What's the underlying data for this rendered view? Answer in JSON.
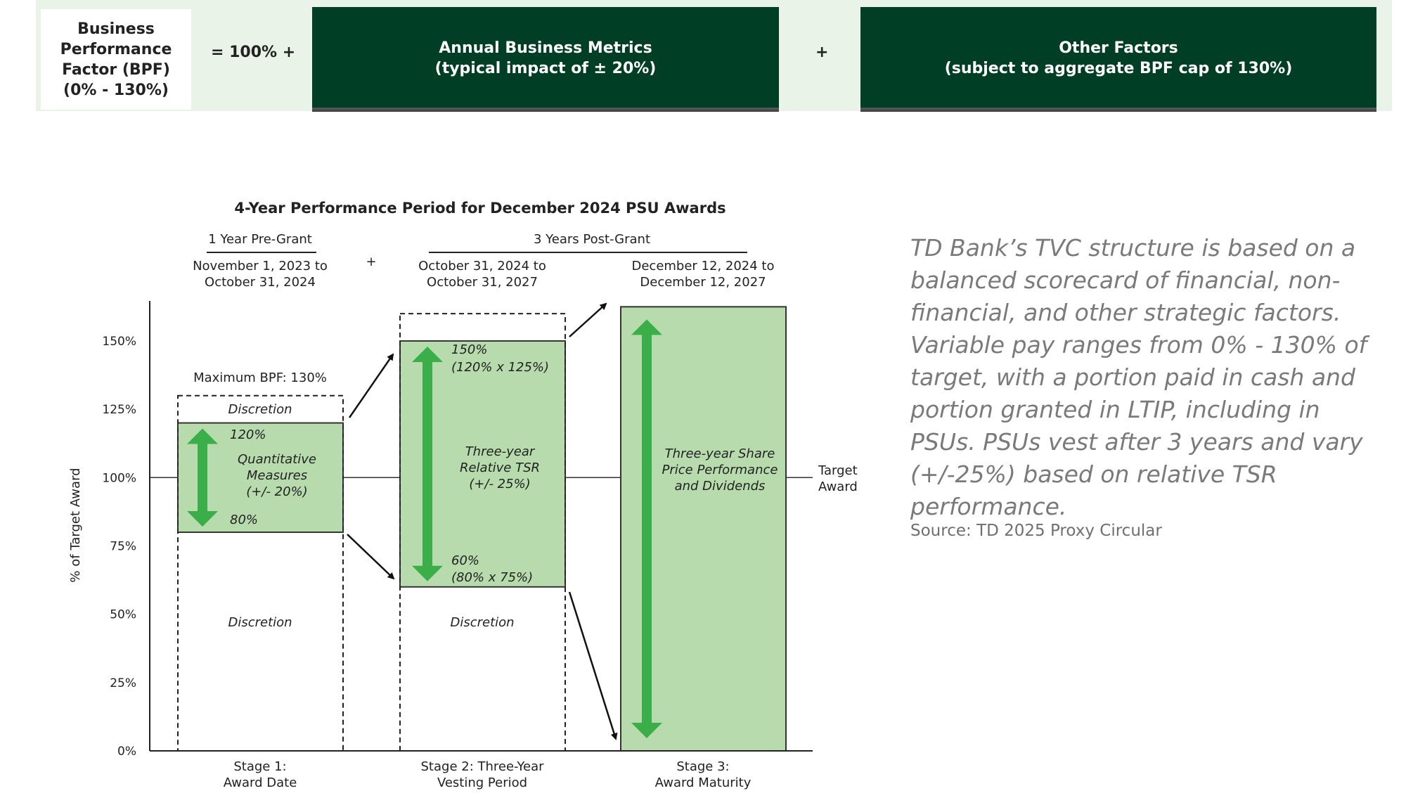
{
  "formula": {
    "bpf_label": "Business\nPerformance\nFactor (BPF)\n(0% - 130%)",
    "equals": "= 100% +",
    "box1": {
      "title": "Annual Business Metrics",
      "sub": "(typical impact of ± 20%)"
    },
    "plus": "+",
    "box2": {
      "title": "Other Factors",
      "sub": "(subject to aggregate BPF cap of 130%)"
    }
  },
  "chart_data": {
    "type": "diagram",
    "title": "4-Year Performance Period for December 2024 PSU Awards",
    "ylabel": "% of Target Award",
    "yticks": [
      "0%",
      "25%",
      "50%",
      "75%",
      "100%",
      "125%",
      "150%"
    ],
    "ytick_values": [
      0,
      25,
      50,
      75,
      100,
      125,
      150
    ],
    "target_label": [
      "Target",
      "Award"
    ],
    "target_value": 100,
    "periods": [
      {
        "label": "1 Year Pre-Grant"
      },
      {
        "label": "3 Years Post-Grant"
      }
    ],
    "plus": "+",
    "stages": [
      {
        "dates": [
          "November 1, 2023 to",
          "October 31, 2024"
        ],
        "stage": [
          "Stage 1:",
          "Award Date"
        ],
        "low": 80,
        "high": 120,
        "box_max": 130,
        "max_label": "Maximum BPF: 130%",
        "high_label": "120%",
        "low_label": "80%",
        "center": [
          "Quantitative",
          "Measures",
          "(+/- 20%)"
        ],
        "discretion_top": "Discretion",
        "discretion_bottom": "Discretion"
      },
      {
        "dates": [
          "October 31, 2024 to",
          "October 31, 2027"
        ],
        "stage": [
          "Stage 2: Three-Year",
          "Vesting Period"
        ],
        "low": 60,
        "high": 150,
        "box_max": 160,
        "high_label": [
          "150%",
          "(120% x 125%)"
        ],
        "low_label": [
          "60%",
          "(80% x 75%)"
        ],
        "center": [
          "Three-year",
          "Relative TSR",
          "(+/- 25%)"
        ],
        "discretion_bottom": "Discretion"
      },
      {
        "dates": [
          "December 12, 2024 to",
          "December 12, 2027"
        ],
        "stage": [
          "Stage 3:",
          "Award Maturity"
        ],
        "low": 0,
        "high": 162.5,
        "center": [
          "Three-year Share",
          "Price Performance",
          "and Dividends"
        ]
      }
    ],
    "colors": {
      "range_fill": "#b8dbad",
      "arrow": "#3aaf49",
      "dark": "#003f25"
    }
  },
  "note": "TD Bank’s TVC structure is based on a balanced scorecard of financial, non-financial, and other strategic factors. Variable pay ranges from 0% - 130% of target, with a portion paid in cash and portion granted in LTIP, including in PSUs. PSUs vest after 3 years and vary (+/-25%) based on relative TSR performance.",
  "source": "Source: TD 2025 Proxy Circular"
}
